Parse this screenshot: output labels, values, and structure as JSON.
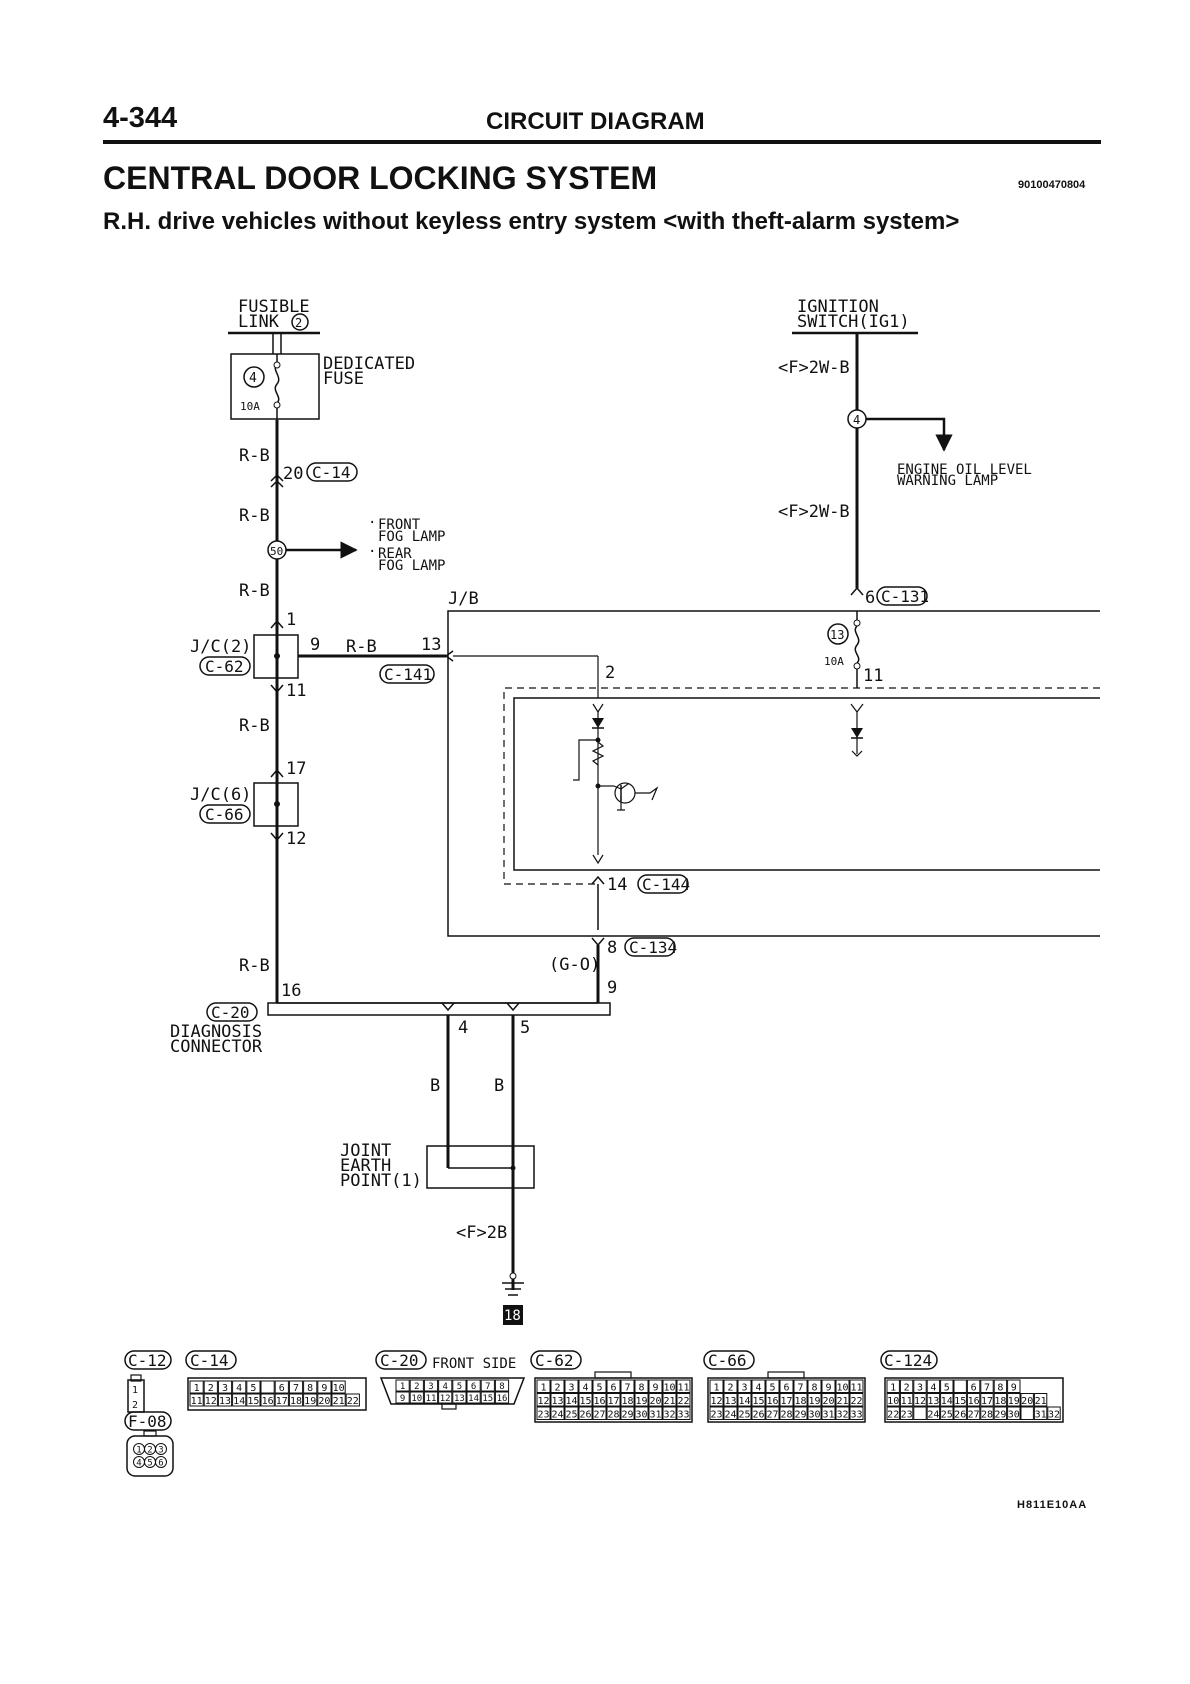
{
  "header": {
    "page_number": "4-344",
    "section_title": "CIRCUIT DIAGRAM"
  },
  "title": {
    "system": "CENTRAL DOOR LOCKING SYSTEM",
    "doc_code": "90100470804",
    "subtitle": "R.H. drive vehicles without keyless entry system <with theft-alarm system>"
  },
  "figure_code": "H811E10AA",
  "diagram": {
    "fusible_link": {
      "line1": "FUSIBLE",
      "line2": "LINK",
      "number": "2"
    },
    "dedicated_fuse": {
      "line1": "DEDICATED",
      "line2": "FUSE",
      "number": "4",
      "rating": "10A"
    },
    "ignition_switch": {
      "line1": "IGNITION",
      "line2": "SWITCH(IG1)"
    },
    "ign_wire_top": "<F>2W-B",
    "ign_wire_mid": "<F>2W-B",
    "ign_junction": "4",
    "engine_oil_lamp": {
      "line1": "ENGINE OIL LEVEL",
      "line2": "WARNING LAMP"
    },
    "fog_lamps": {
      "front_l1": "FRONT",
      "front_l2": "FOG LAMP",
      "rear_l1": "REAR",
      "rear_l2": "FOG LAMP"
    },
    "junction_50": "50",
    "wire_rb": "R-B",
    "pin_20": "20",
    "conn_c14": "C-14",
    "pin_1": "1",
    "jc2": {
      "label": "J/C(2)",
      "conn": "C-62",
      "pin_in": "1",
      "pin_side": "9",
      "pin_out": "11"
    },
    "wire_9_13": "R-B",
    "pin_13": "13",
    "conn_c141": "C-141",
    "jb_label": "J/B",
    "pin_2": "2",
    "pin_6": "6",
    "conn_c131": "C-131",
    "fuse_13": {
      "number": "13",
      "rating": "10A",
      "pin_out": "11"
    },
    "jc6": {
      "label": "J/C(6)",
      "conn": "C-66",
      "pin_in": "17",
      "pin_out": "12"
    },
    "pin_14": "14",
    "conn_c144": "C-144",
    "pin_8": "8",
    "conn_c134": "C-134",
    "wire_go": "(G-O)",
    "pin_9": "9",
    "pin_16": "16",
    "conn_c20": "C-20",
    "diagnosis": {
      "line1": "DIAGNOSIS",
      "line2": "CONNECTOR"
    },
    "pin_4": "4",
    "pin_5": "5",
    "wire_b": "B",
    "joint_earth": {
      "line1": "JOINT",
      "line2": "EARTH",
      "line3": "POINT(1)"
    },
    "earth_wire": "<F>2B",
    "earth_number": "18"
  },
  "connectors": {
    "c12": "C-12",
    "c14": "C-14",
    "c20": "C-20",
    "c20_note": "FRONT SIDE",
    "c62": "C-62",
    "c66": "C-66",
    "c124": "C-124",
    "f08": "F-08",
    "c12_pins": [
      "1",
      "2"
    ],
    "c14_pins": [
      [
        "1",
        "2",
        "3",
        "4",
        "5",
        "",
        "6",
        "7",
        "8",
        "9",
        "10"
      ],
      [
        "11",
        "12",
        "13",
        "14",
        "15",
        "16",
        "17",
        "18",
        "19",
        "20",
        "21",
        "22"
      ]
    ],
    "c20_pins": [
      [
        "1",
        "2",
        "3",
        "4",
        "5",
        "6",
        "7",
        "8"
      ],
      [
        "9",
        "10",
        "11",
        "12",
        "13",
        "14",
        "15",
        "16"
      ]
    ],
    "c62_pins": [
      [
        "1",
        "2",
        "3",
        "4",
        "5",
        "6",
        "7",
        "8",
        "9",
        "10",
        "11"
      ],
      [
        "12",
        "13",
        "14",
        "15",
        "16",
        "17",
        "18",
        "19",
        "20",
        "21",
        "22"
      ],
      [
        "23",
        "24",
        "25",
        "26",
        "27",
        "28",
        "29",
        "30",
        "31",
        "32",
        "33"
      ]
    ],
    "c66_pins": [
      [
        "1",
        "2",
        "3",
        "4",
        "5",
        "6",
        "7",
        "8",
        "9",
        "10",
        "11"
      ],
      [
        "12",
        "13",
        "14",
        "15",
        "16",
        "17",
        "18",
        "19",
        "20",
        "21",
        "22"
      ],
      [
        "23",
        "24",
        "25",
        "26",
        "27",
        "28",
        "29",
        "30",
        "31",
        "32",
        "33"
      ]
    ],
    "c124_pins": [
      [
        "1",
        "2",
        "3",
        "4",
        "5",
        "",
        "6",
        "7",
        "8",
        "9"
      ],
      [
        "10",
        "11",
        "12",
        "13",
        "14",
        "15",
        "16",
        "17",
        "18",
        "19",
        "20",
        "21"
      ],
      [
        "22",
        "23",
        "",
        "24",
        "25",
        "26",
        "27",
        "28",
        "29",
        "30",
        "",
        "31",
        "32"
      ]
    ],
    "f08_pins": [
      [
        "1",
        "2",
        "3"
      ],
      [
        "4",
        "5",
        "6"
      ]
    ]
  }
}
